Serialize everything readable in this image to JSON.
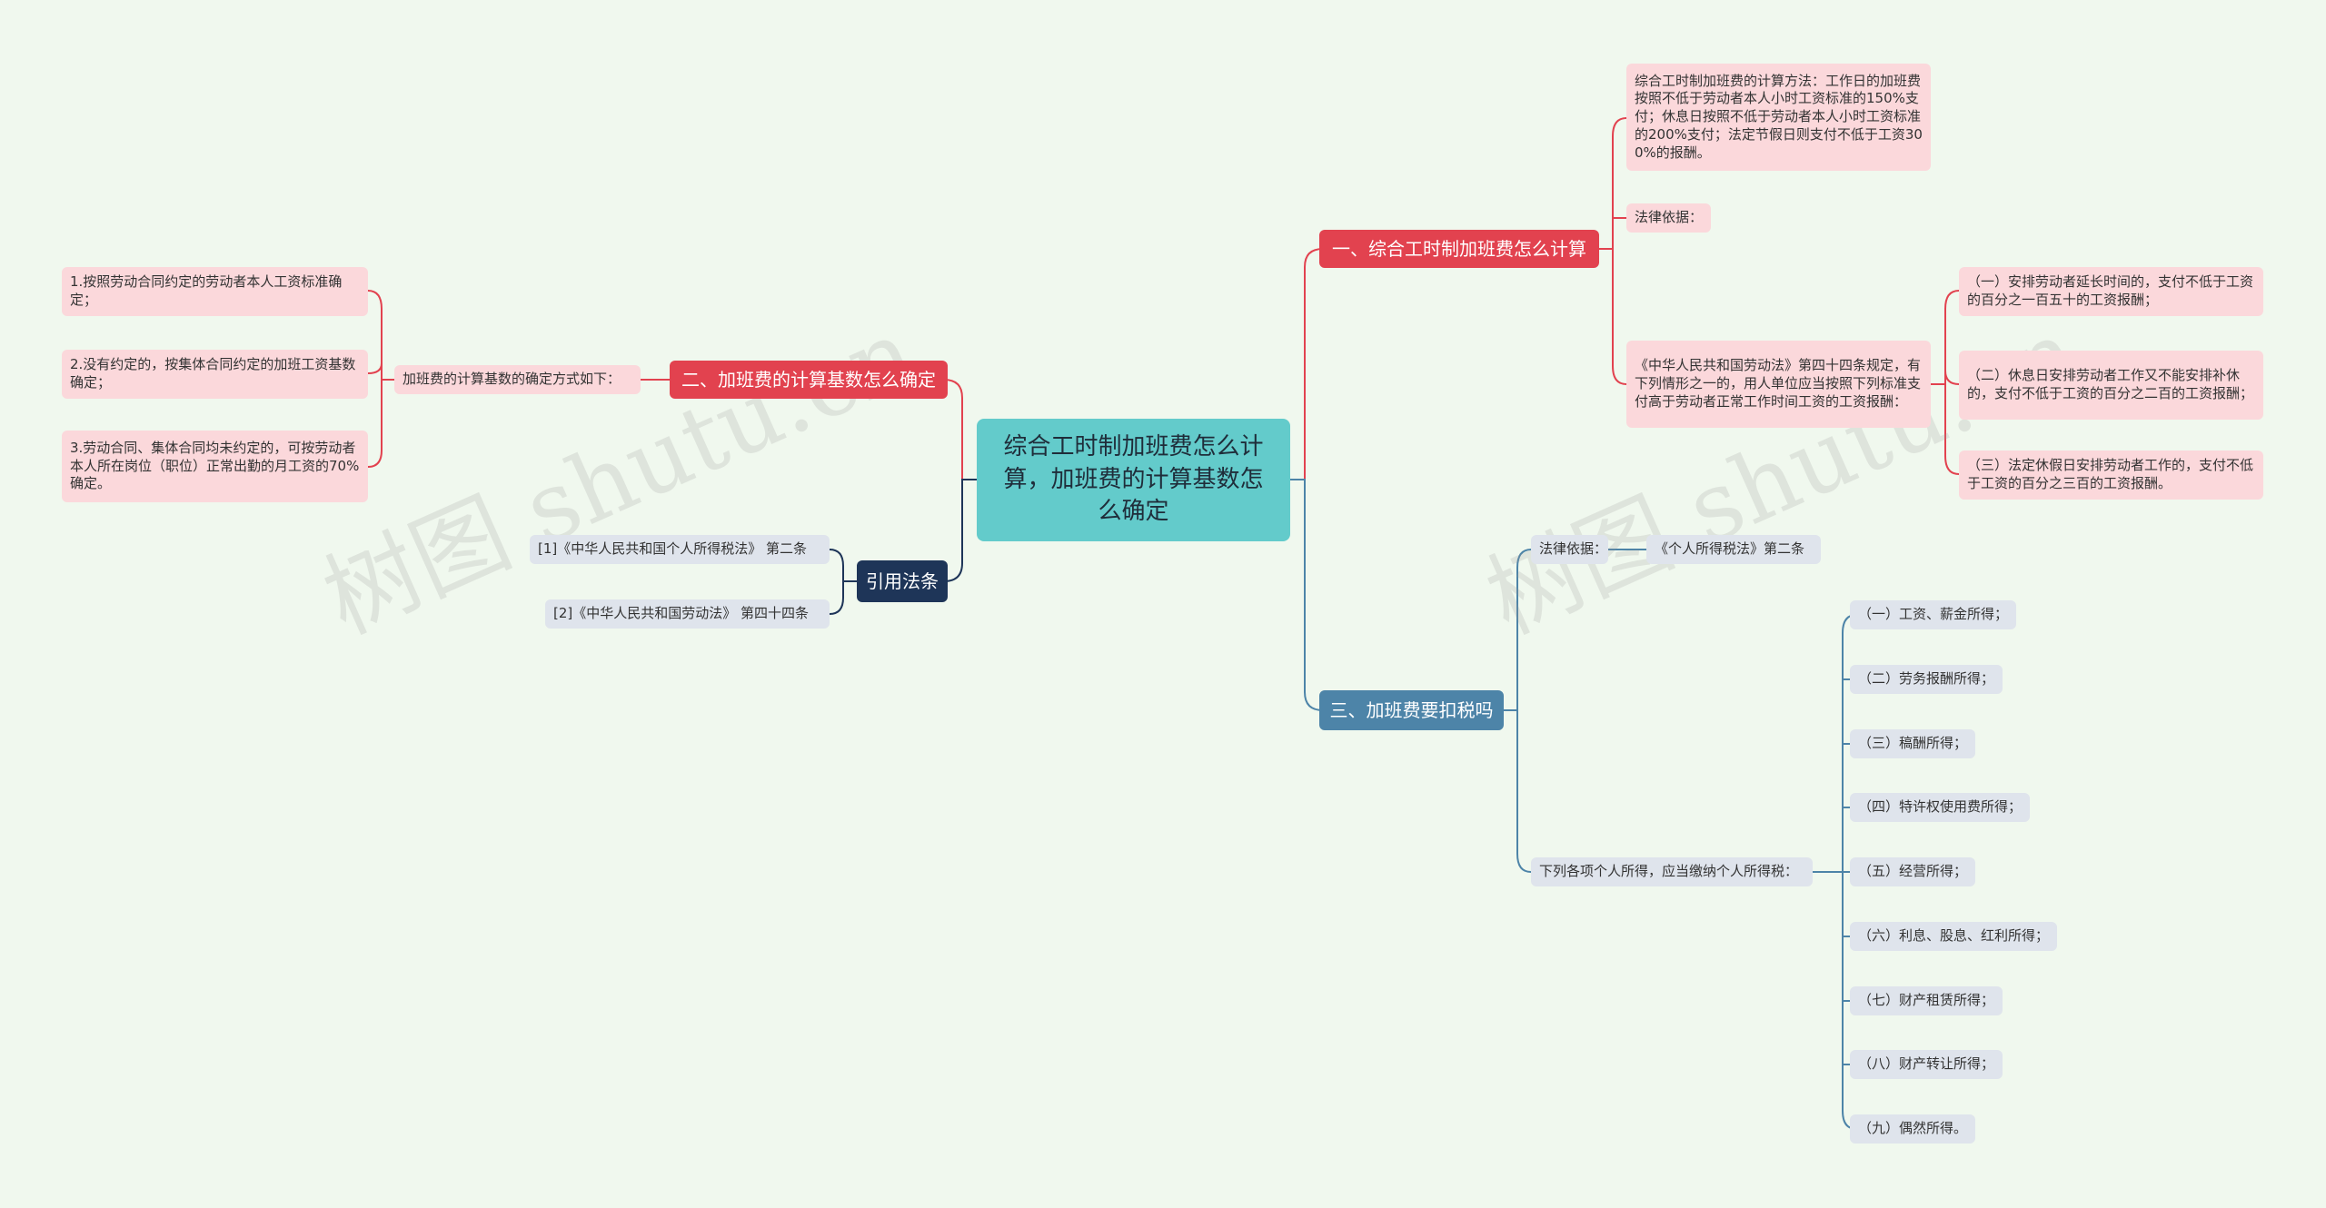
{
  "root": {
    "title": "综合工时制加班费怎么计算，加班费的计算基数怎么确定"
  },
  "watermark": "树图 shutu.cn",
  "colors": {
    "background": "#f0f8ee",
    "root": "#63cbcb",
    "red": "#e2424f",
    "navy": "#1e3558",
    "blue": "#4d84a8",
    "pink_leaf": "#fbd8db",
    "gray_leaf": "#dfe4ec"
  },
  "branch1": {
    "title": "一、综合工时制加班费怎么计算",
    "method": "综合工时制加班费的计算方法：工作日的加班费按照不低于劳动者本人小时工资标准的150%支付；休息日按照不低于劳动者本人小时工资标准的200%支付；法定节假日则支付不低于工资300%的报酬。",
    "basis_label": "法律依据：",
    "law_text": "《中华人民共和国劳动法》第四十四条规定，有下列情形之一的，用人单位应当按照下列标准支付高于劳动者正常工作时间工资的工资报酬：",
    "items": [
      "（一）安排劳动者延长时间的，支付不低于工资的百分之一百五十的工资报酬；",
      "（二）休息日安排劳动者工作又不能安排补休的，支付不低于工资的百分之二百的工资报酬；",
      "（三）法定休假日安排劳动者工作的，支付不低于工资的百分之三百的工资报酬。"
    ]
  },
  "branch2": {
    "title": "二、加班费的计算基数怎么确定",
    "sub": "加班费的计算基数的确定方式如下：",
    "items": [
      "1.按照劳动合同约定的劳动者本人工资标准确定；",
      "2.没有约定的，按集体合同约定的加班工资基数确定；",
      "3.劳动合同、集体合同均未约定的，可按劳动者本人所在岗位（职位）正常出勤的月工资的70%确定。"
    ]
  },
  "branch3": {
    "title": "三、加班费要扣税吗",
    "basis_label": "法律依据：",
    "basis_ref": "《个人所得税法》第二条",
    "income_label": "下列各项个人所得，应当缴纳个人所得税：",
    "items": [
      "（一）工资、薪金所得；",
      "（二）劳务报酬所得；",
      "（三）稿酬所得；",
      "（四）特许权使用费所得；",
      "（五）经营所得；",
      "（六）利息、股息、红利所得；",
      "（七）财产租赁所得；",
      "（八）财产转让所得；",
      "（九）偶然所得。"
    ]
  },
  "refs": {
    "title": "引用法条",
    "items": [
      "[1]《中华人民共和国个人所得税法》 第二条",
      "[2]《中华人民共和国劳动法》 第四十四条"
    ]
  }
}
